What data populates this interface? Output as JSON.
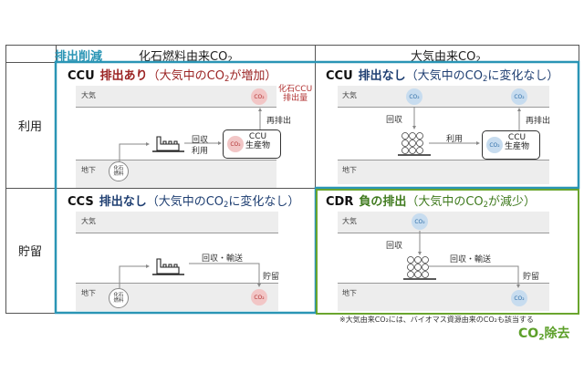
{
  "header": {
    "reduction_label": "排出削減",
    "col1_prefix": "化石燃料由来CO",
    "col1_sub": "2",
    "col2_prefix": "大気由来CO",
    "col2_sub": "2"
  },
  "rows": [
    {
      "label": "利用"
    },
    {
      "label": "貯留"
    }
  ],
  "panels": {
    "ccu_fossil": {
      "code": "CCU",
      "status": "排出あり",
      "paren_pre": "（大気中のCO",
      "paren_sub": "2",
      "paren_post": "が増加）",
      "status_color": "#9b2424",
      "atmos_label": "大気",
      "ground_label": "地下",
      "co2": "CO₂",
      "emission_label_1": "化石CCU",
      "emission_label_2": "排出量",
      "reemit_label": "再排出",
      "capture_label": "回収",
      "use_label": "利用",
      "product_line1": "CCU",
      "product_line2": "生産物",
      "fossil_line1": "化石",
      "fossil_line2": "燃料"
    },
    "ccu_air": {
      "code": "CCU",
      "status": "排出なし",
      "paren_pre": "（大気中のCO",
      "paren_sub": "2",
      "paren_post": "に変化なし）",
      "status_color": "#1f3f72",
      "atmos_label": "大気",
      "ground_label": "地下",
      "co2": "CO₂",
      "capture_label": "回収",
      "use_label": "利用",
      "reemit_label": "再排出",
      "product_line1": "CCU",
      "product_line2": "生産物"
    },
    "ccs": {
      "code": "CCS",
      "status": "排出なし",
      "paren_pre": "（大気中のCO",
      "paren_sub": "2",
      "paren_post": "に変化なし）",
      "status_color": "#1f3f72",
      "atmos_label": "大気",
      "ground_label": "地下",
      "co2": "CO₂",
      "transport_label": "回収・輸送",
      "storage_label": "貯留",
      "fossil_line1": "化石",
      "fossil_line2": "燃料"
    },
    "cdr": {
      "code": "CDR",
      "status": "負の排出",
      "paren_pre": "（大気中のCO",
      "paren_sub": "2",
      "paren_post": "が減少）",
      "status_color": "#3f7a1e",
      "atmos_label": "大気",
      "ground_label": "地下",
      "co2": "CO₂",
      "capture_label": "回収",
      "transport_label": "回収・輸送",
      "storage_label": "貯留"
    }
  },
  "footnote": "※大気由来CO₂には、バイオマス資源由来のCO₂も該当する",
  "removal": {
    "prefix": "CO",
    "sub": "2",
    "suffix": "除去"
  },
  "colors": {
    "reduction_border": "#2a95b5",
    "removal_border": "#6aa52e",
    "reduction_text": "#2a95b5",
    "removal_text": "#5da02a"
  }
}
